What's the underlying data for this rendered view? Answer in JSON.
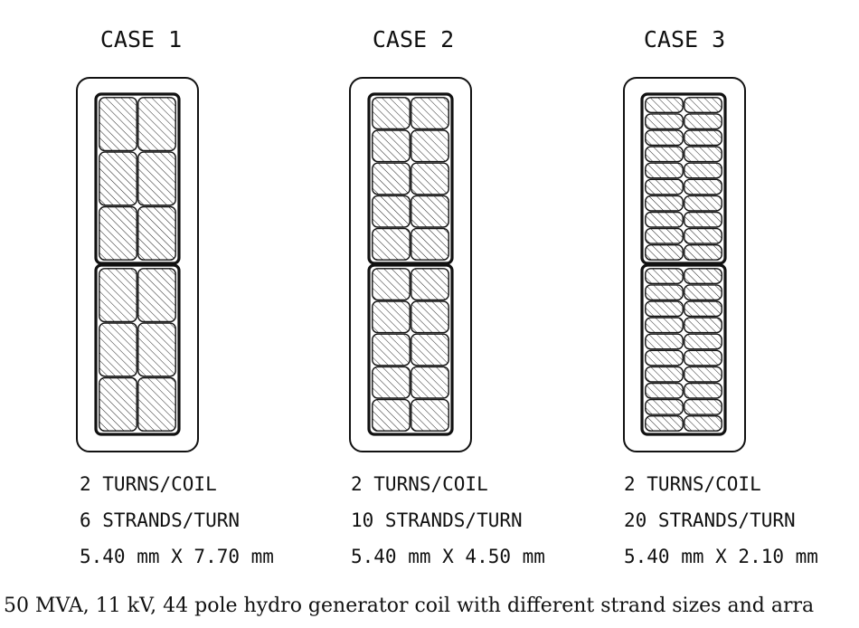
{
  "cases": [
    {
      "label": "CASE 1",
      "strands_per_turn": 6,
      "specs": [
        "2 TURNS/COIL",
        "6 STRANDS/TURN",
        "5.40 mm X 7.70 mm"
      ]
    },
    {
      "label": "CASE 2",
      "strands_per_turn": 10,
      "specs": [
        "2 TURNS/COIL",
        "10 STRANDS/TURN",
        "5.40 mm X 4.50 mm"
      ]
    },
    {
      "label": "CASE 3",
      "strands_per_turn": 20,
      "specs": [
        "2 TURNS/COIL",
        "20 STRANDS/TURN",
        "5.40 mm X 2.10 mm"
      ]
    }
  ],
  "turns_per_coil": 2,
  "columns_per_turn": 2,
  "caption": "50 MVA, 11 kV, 44 pole hydro generator coil with different strand sizes and arra"
}
